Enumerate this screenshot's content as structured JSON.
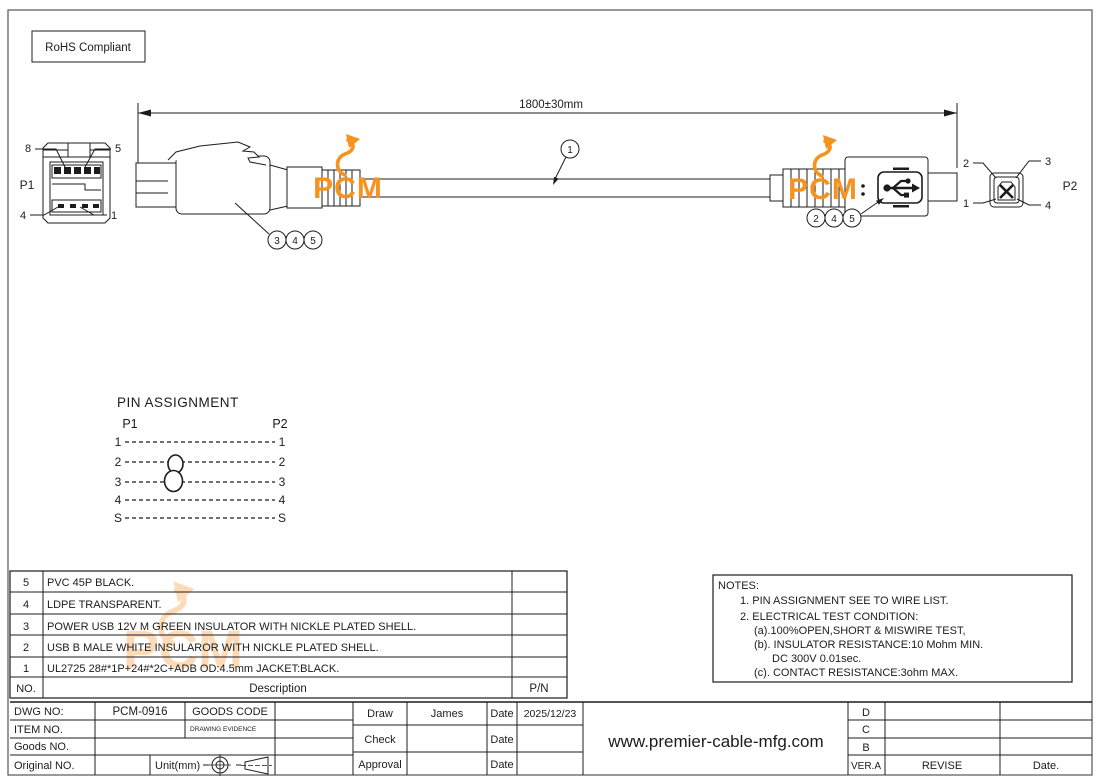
{
  "badge": {
    "rohs": "RoHS Compliant"
  },
  "dimension": {
    "length": "1800±30mm"
  },
  "watermark": {
    "text": "PCM",
    "color": "#F6921E"
  },
  "connectors": {
    "p1": {
      "label": "P1",
      "pin_tl": "8",
      "pin_tr": "5",
      "pin_bl": "4",
      "pin_br": "1"
    },
    "p2": {
      "label": "P2",
      "pin_tl": "2",
      "pin_tr": "3",
      "pin_bl": "1",
      "pin_br": "4"
    }
  },
  "callouts": {
    "cable": "1",
    "left_group": [
      "3",
      "4",
      "5"
    ],
    "right_group": [
      "2",
      "4",
      "5"
    ]
  },
  "pin_assignment": {
    "title": "PIN  ASSIGNMENT",
    "p1": "P1",
    "p2": "P2",
    "rows": [
      {
        "left": "1",
        "right": "1"
      },
      {
        "left": "2",
        "right": "2"
      },
      {
        "left": "3",
        "right": "3"
      },
      {
        "left": "4",
        "right": "4"
      },
      {
        "left": "S",
        "right": "S"
      }
    ]
  },
  "parts_table": {
    "header": {
      "no": "NO.",
      "description": "Description",
      "pn": "P/N"
    },
    "rows": [
      {
        "no": "5",
        "desc": "PVC 45P BLACK."
      },
      {
        "no": "4",
        "desc": "LDPE TRANSPARENT."
      },
      {
        "no": "3",
        "desc": "POWER USB 12V M GREEN INSULATOR WITH NICKLE PLATED SHELL."
      },
      {
        "no": "2",
        "desc": "USB B MALE WHITE INSULAROR WITH NICKLE PLATED SHELL."
      },
      {
        "no": "1",
        "desc": "UL2725 28#*1P+24#*2C+ADB OD:4.5mm JACKET:BLACK."
      }
    ]
  },
  "notes": {
    "title": "NOTES:",
    "line1": "1. PIN ASSIGNMENT SEE TO WIRE LIST.",
    "line2": "2. ELECTRICAL TEST CONDITION:",
    "line2a": "(a).100%OPEN,SHORT & MISWIRE TEST,",
    "line2b": "(b). INSULATOR RESISTANCE:10 Mohm MIN.",
    "line2b2": "DC 300V 0.01sec.",
    "line2c": "(c). CONTACT RESISTANCE:3ohm MAX."
  },
  "title_block": {
    "dwg_no_label": "DWG NO:",
    "dwg_no_value": "PCM-0916",
    "goods_code_label": "GOODS CODE",
    "drawing_evidence_label": "DRAWING EVIDENCE",
    "item_no_label": "ITEM NO.",
    "goods_no_label": "Goods NO.",
    "original_no_label": "Original NO.",
    "unit_label": "Unit(mm)",
    "draw_label": "Draw",
    "draw_name": "James",
    "date_label": "Date",
    "draw_date": "2025/12/23",
    "check_label": "Check",
    "approval_label": "Approval",
    "website": "www.premier-cable-mfg.com",
    "rev_d": "D",
    "rev_c": "C",
    "rev_b": "B",
    "ver_label": "VER.A",
    "revise_label": "REVISE",
    "revise_date_label": "Date."
  }
}
